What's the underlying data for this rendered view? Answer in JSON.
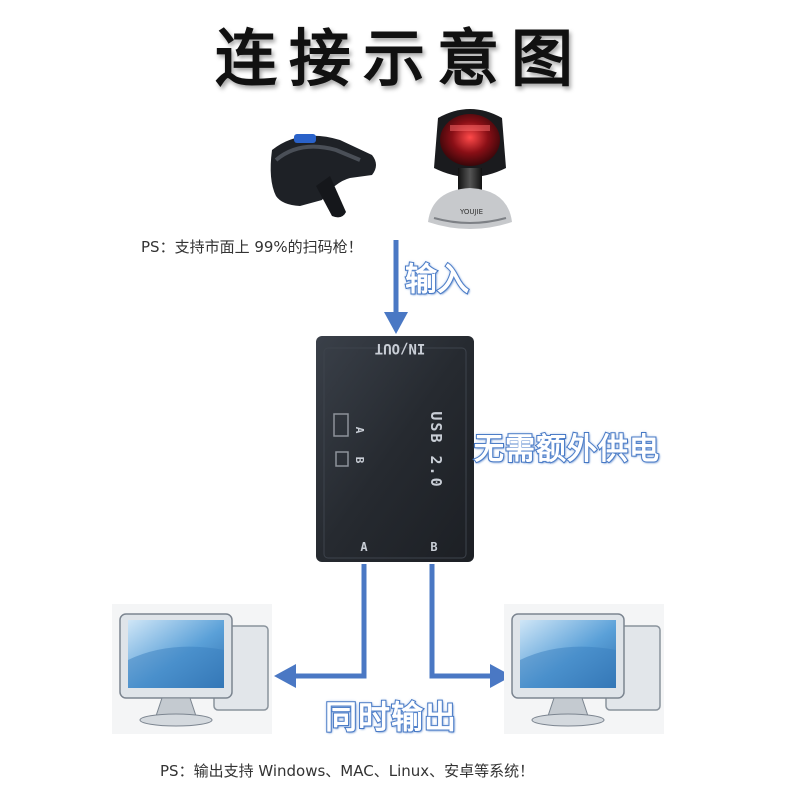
{
  "title": "连接示意图",
  "labels": {
    "input": "输入",
    "power": "无需额外供电",
    "output": "同时输出"
  },
  "notes": {
    "scanner_support": "PS：支持市面上 99%的扫码枪！",
    "os_support": "PS：输出支持 Windows、MAC、Linux、安卓等系统！"
  },
  "device": {
    "port_in": "IN/OUT",
    "usb": "USB 2.0",
    "port_a": "A",
    "port_b": "B",
    "switch_a": "A",
    "switch_b": "B"
  },
  "colors": {
    "arrow": "#4a78c4",
    "device_body": "#2c3138",
    "label_outline": "#3b6fbf"
  }
}
